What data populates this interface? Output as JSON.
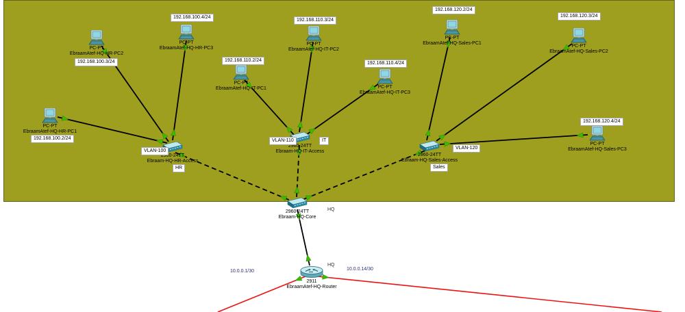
{
  "colors": {
    "cluster_fill": "#9e9f1f",
    "cluster_border": "#636322",
    "ethernet_link": "#000000",
    "trunk_link": "#000000",
    "serial_link": "#ee1111",
    "port_indicator": "#3dbb00",
    "note_box_bg": "#ffffff",
    "note_box_border": "#a8a8a8"
  },
  "devices": {
    "hr_pc1": {
      "model": "PC-PT",
      "name": "EbraamAtef-HQ-HR-PC1",
      "ip": "192.168.100.2/24"
    },
    "hr_pc2": {
      "model": "PC-PT",
      "name": "EbraamAtef-HQ-HR-PC2",
      "ip": "192.168.100.3/24"
    },
    "hr_pc3": {
      "model": "PC-PT",
      "name": "EbraamAtef-HQ-HR-PC3",
      "ip": "192.168.100.4/24"
    },
    "it_pc1": {
      "model": "PC-PT",
      "name": "EbraamAtef-HQ-IT-PC1",
      "ip": "192.168.110.2/24"
    },
    "it_pc2": {
      "model": "PC-PT",
      "name": "EbraamAtef-HQ-IT-PC2",
      "ip": "192.168.110.3/24"
    },
    "it_pc3": {
      "model": "PC-PT",
      "name": "EbraamAtef-HQ-IT-PC3",
      "ip": "192.168.110.4/24"
    },
    "sales_pc1": {
      "model": "PC-PT",
      "name": "EbraamAtef-HQ-Sales-PC1",
      "ip": "192.168.120.2/24"
    },
    "sales_pc2": {
      "model": "PC-PT",
      "name": "EbraamAtef-HQ-Sales-PC2",
      "ip": "192.168.120.3/24"
    },
    "sales_pc3": {
      "model": "PC-PT",
      "name": "EbraamAtef-HQ-Sales-PC3",
      "ip": "192.168.120.4/24"
    },
    "hr_switch": {
      "model": "2960-24TT",
      "name": "Ebraam-HQ-HR-Access"
    },
    "it_switch": {
      "model": "2960-24TT",
      "name": "Ebraam-HQ-IT-Access"
    },
    "sales_switch": {
      "model": "2960-24TT",
      "name": "Ebraam-HQ-Sales-Access"
    },
    "core_switch": {
      "model": "2960-24TT",
      "name": "Ebraam-HQ-Core"
    },
    "router": {
      "model": "2911",
      "name": "EbraamAtef-HQ-Router"
    }
  },
  "labels": {
    "vlan100": "VLAN-100",
    "vlan110": "VLAN-110",
    "vlan120": "VLAN-120",
    "hr_area": "HR",
    "it_area": "IT",
    "sales_area": "Sales",
    "hq_core": "HQ",
    "hq_router": "HQ",
    "serial_left_ip": "10.0.0.1/30",
    "serial_right_ip": "10.0.0.14/30"
  },
  "links": [
    {
      "from": "hr_pc1",
      "to": "hr_switch",
      "type": "ethernet"
    },
    {
      "from": "hr_pc2",
      "to": "hr_switch",
      "type": "ethernet"
    },
    {
      "from": "hr_pc3",
      "to": "hr_switch",
      "type": "ethernet"
    },
    {
      "from": "it_pc1",
      "to": "it_switch",
      "type": "ethernet"
    },
    {
      "from": "it_pc2",
      "to": "it_switch",
      "type": "ethernet"
    },
    {
      "from": "it_pc3",
      "to": "it_switch",
      "type": "ethernet"
    },
    {
      "from": "sales_pc1",
      "to": "sales_switch",
      "type": "ethernet"
    },
    {
      "from": "sales_pc2",
      "to": "sales_switch",
      "type": "ethernet"
    },
    {
      "from": "sales_pc3",
      "to": "sales_switch",
      "type": "ethernet"
    },
    {
      "from": "hr_switch",
      "to": "core_switch",
      "type": "trunk-dashed"
    },
    {
      "from": "it_switch",
      "to": "core_switch",
      "type": "trunk-dashed"
    },
    {
      "from": "sales_switch",
      "to": "core_switch",
      "type": "trunk-dashed"
    },
    {
      "from": "core_switch",
      "to": "router",
      "type": "ethernet"
    },
    {
      "from": "router",
      "to": "wan-bottom-left",
      "type": "serial"
    },
    {
      "from": "router",
      "to": "wan-bottom-right",
      "type": "serial"
    }
  ]
}
